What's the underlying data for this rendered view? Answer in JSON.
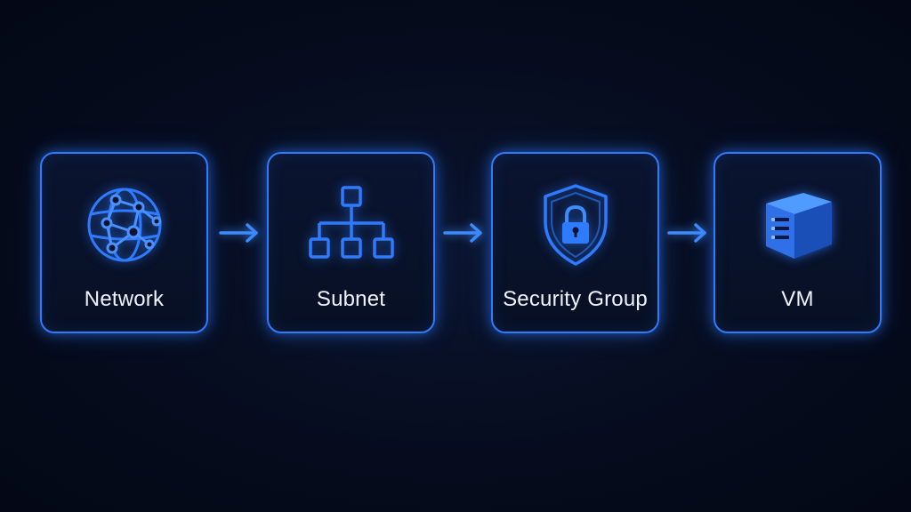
{
  "diagram": {
    "nodes": [
      {
        "label": "Network",
        "icon": "globe-network-icon"
      },
      {
        "label": "Subnet",
        "icon": "hierarchy-icon"
      },
      {
        "label": "Security Group",
        "icon": "shield-lock-icon"
      },
      {
        "label": "VM",
        "icon": "server-cube-icon"
      }
    ],
    "edges": [
      {
        "from": "Network",
        "to": "Subnet"
      },
      {
        "from": "Subnet",
        "to": "Security Group"
      },
      {
        "from": "Security Group",
        "to": "VM"
      }
    ]
  },
  "colors": {
    "background": "#050a1a",
    "accent": "#2f7bff",
    "text": "#eef3ff"
  }
}
